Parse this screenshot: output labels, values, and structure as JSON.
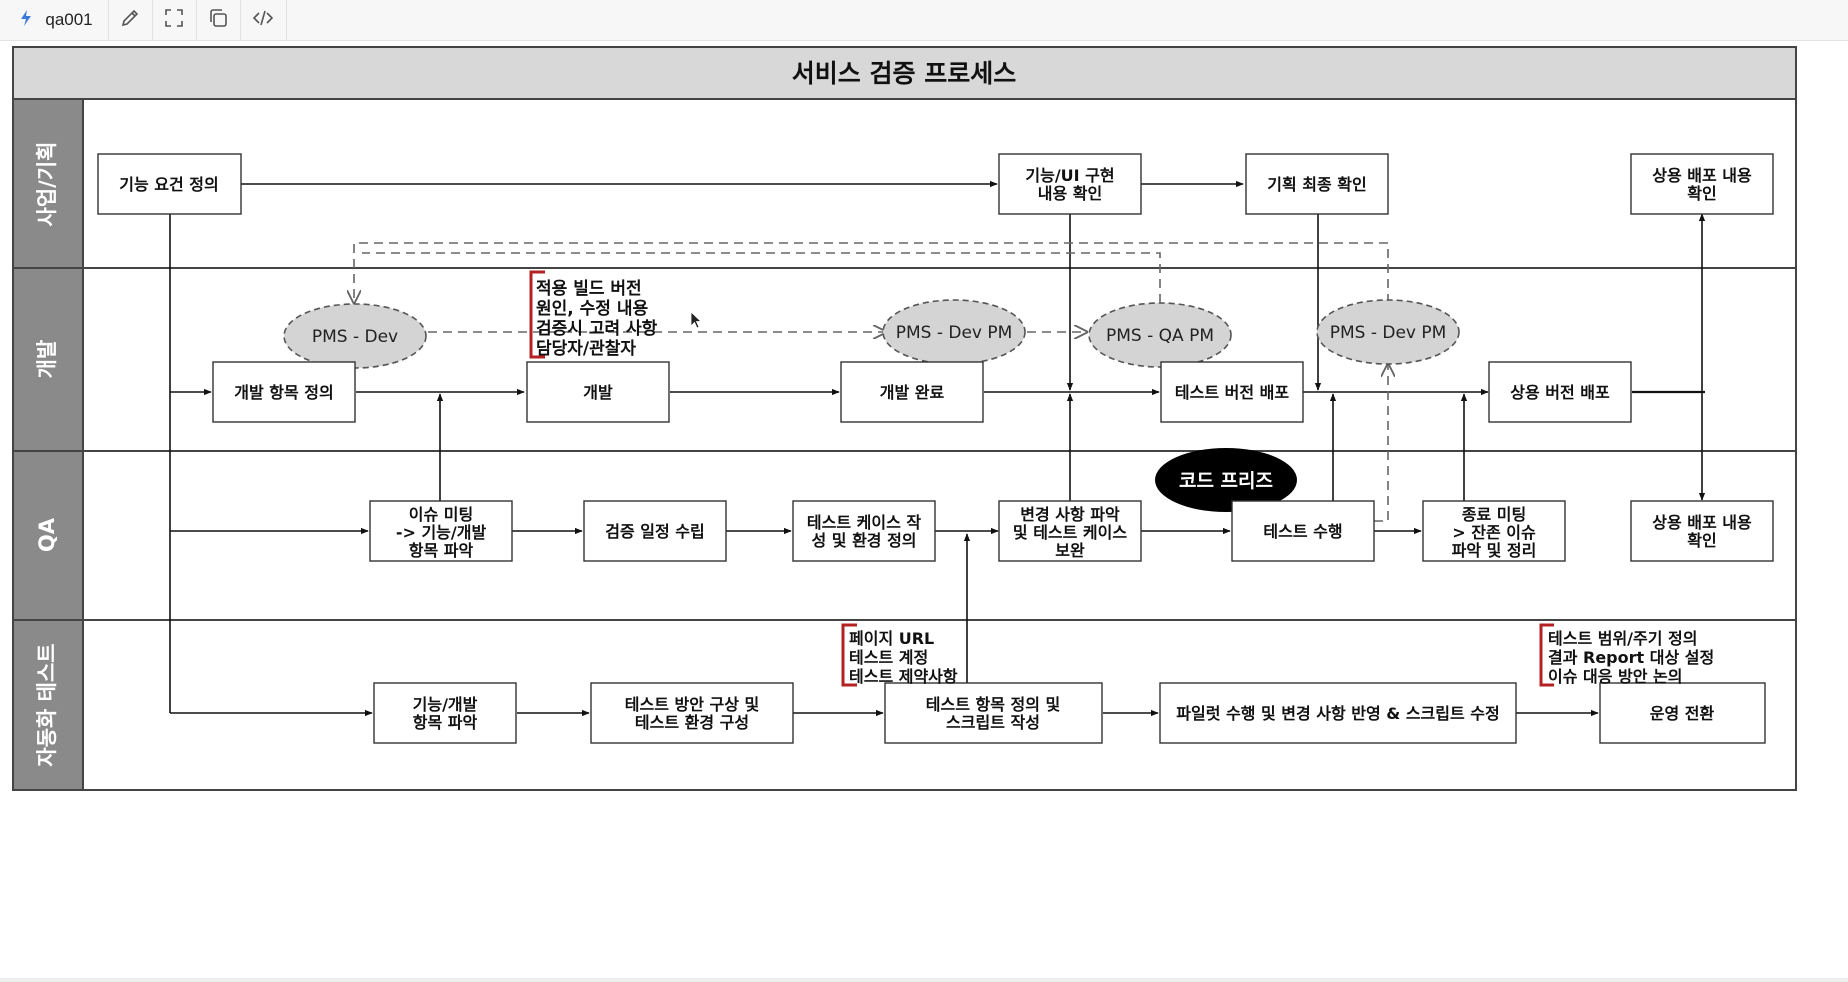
{
  "toolbar": {
    "title": "qa001",
    "icons": [
      "diagram-logo-icon",
      "pencil-icon",
      "fullscreen-icon",
      "copy-icon",
      "code-icon"
    ]
  },
  "diagram": {
    "title": "서비스 검증 프로세스",
    "lanes": [
      "사업/기획",
      "개발",
      "QA",
      "자동화 테스트"
    ],
    "boxes": {
      "feature_req": [
        "기능 요건 정의"
      ],
      "feature_ui_check": [
        "기능/UI 구현",
        "내용 확인"
      ],
      "plan_final": [
        "기획 최종 확인"
      ],
      "commercial_check_top": [
        "상용 배포 내용",
        "확인"
      ],
      "dev_item_def": [
        "개발 항목 정의"
      ],
      "dev": [
        "개발"
      ],
      "dev_done": [
        "개발 완료"
      ],
      "test_deploy": [
        "테스트 버전 배포"
      ],
      "prod_deploy": [
        "상용 버전 배포"
      ],
      "issue_meeting": [
        "이슈 미팅",
        "-> 기능/개발",
        "항목 파악"
      ],
      "schedule": [
        "검증 일정 수립"
      ],
      "testcase": [
        "테스트 케이스 작",
        "성 및 환경 정의"
      ],
      "change_grasp": [
        "변경 사항 파악",
        "및 테스트 케이스",
        "보완"
      ],
      "test_exec": [
        "테스트 수행"
      ],
      "end_meeting": [
        "종료 미팅",
        ">  잔존 이슈",
        "파악 및 정리"
      ],
      "commercial_check_qa": [
        "상용 배포 내용",
        "확인"
      ],
      "auto_grasp": [
        "기능/개발",
        "항목 파악"
      ],
      "auto_plan": [
        "테스트 방안 구상 및",
        "테스트 환경 구성"
      ],
      "auto_define": [
        "테스트 항목 정의 및",
        "스크립트 작성"
      ],
      "pilot": [
        "파일럿 수행 및 변경 사항 반영 & 스크립트 수정"
      ],
      "ops": [
        "운영 전환"
      ]
    },
    "ellipses": {
      "pms_dev": "PMS - Dev",
      "pms_devpm1": "PMS - Dev PM",
      "pms_qapm": "PMS - QA PM",
      "pms_devpm2": "PMS - Dev PM"
    },
    "code_freeze": "코드 프리즈",
    "notes": {
      "build": [
        "적용 빌드 버전",
        "원인, 수정 내용",
        "검증시 고려 사항",
        "담당자/관찰자"
      ],
      "page": [
        "페이지 URL",
        "테스트 계정",
        "테스트 제약사항"
      ],
      "scope": [
        "테스트 범위/주기 정의",
        "결과 Report 대상 설정",
        "이슈 대응 방안 논의"
      ]
    }
  }
}
